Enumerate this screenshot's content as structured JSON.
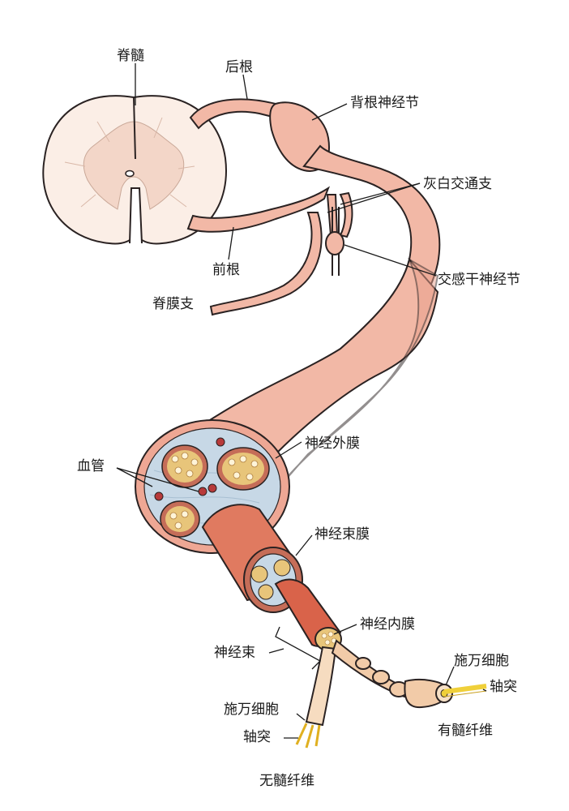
{
  "labels": {
    "spinal_cord": "脊髓",
    "dorsal_root": "后根",
    "dorsal_root_ganglion": "背根神经节",
    "rami_communicantes": "灰白交通支",
    "ventral_root": "前根",
    "sympathetic_ganglion": "交感干神经节",
    "meningeal_branch": "脊膜支",
    "epineurium": "神经外膜",
    "blood_vessel": "血管",
    "perineurium": "神经束膜",
    "endoneurium": "神经内膜",
    "fascicle": "神经束",
    "schwann_cell_myelinated": "施万细胞",
    "axon_myelinated": "轴突",
    "myelinated_fiber": "有髓纤维",
    "schwann_cell_unmyelinated": "施万细胞",
    "axon_unmyelinated": "轴突",
    "unmyelinated_fiber": "无髓纤维"
  },
  "colors": {
    "nerve": "#f2b8a6",
    "nerve_dark": "#e9a08c",
    "cord_white": "#fbeee6",
    "cord_gray": "#f3d6c8",
    "epineurium_fill": "#c7d8e6",
    "fascicle_dots": "#e8c57a",
    "perineurium_tube": "#e07a60",
    "vessel": "#b83a3a",
    "axon": "#f0d03a",
    "outline": "#2a2222"
  }
}
